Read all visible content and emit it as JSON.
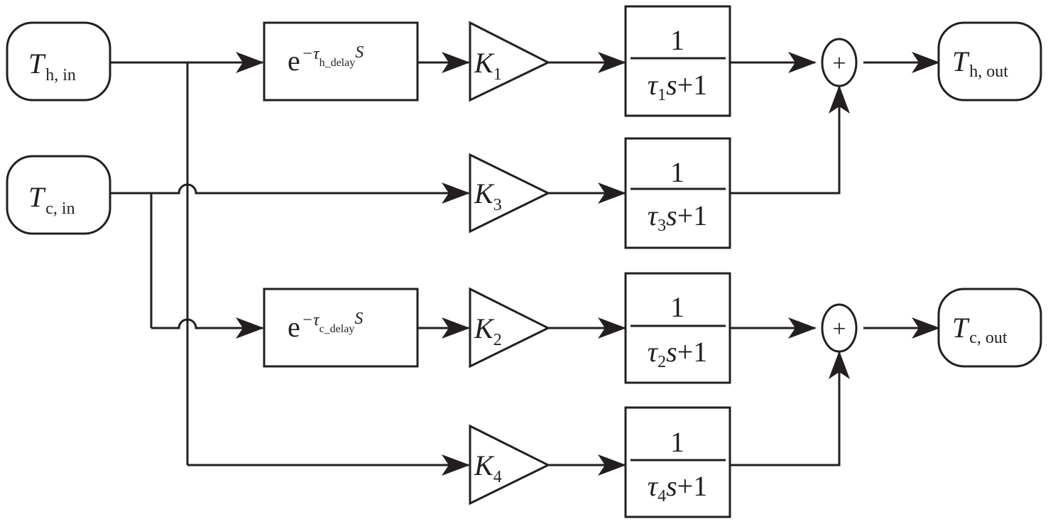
{
  "diagram": {
    "type": "block-diagram",
    "inputs": [
      {
        "id": "th_in",
        "main": "T",
        "sub": "h, in"
      },
      {
        "id": "tc_in",
        "main": "T",
        "sub": "c, in"
      }
    ],
    "outputs": [
      {
        "id": "th_out",
        "main": "T",
        "sub": "h, out"
      },
      {
        "id": "tc_out",
        "main": "T",
        "sub": "c, out"
      }
    ],
    "delays": [
      {
        "id": "delay_h",
        "base": "e",
        "exp_prefix": "−τ",
        "exp_sub": "h_delay",
        "exp_suffix": "S"
      },
      {
        "id": "delay_c",
        "base": "e",
        "exp_prefix": "−τ",
        "exp_sub": "c_delay",
        "exp_suffix": "S"
      }
    ],
    "gains": [
      {
        "id": "k1",
        "main": "K",
        "sub": "1"
      },
      {
        "id": "k3",
        "main": "K",
        "sub": "3"
      },
      {
        "id": "k2",
        "main": "K",
        "sub": "2"
      },
      {
        "id": "k4",
        "main": "K",
        "sub": "4"
      }
    ],
    "transfer_functions": [
      {
        "id": "tf1",
        "numerator": "1",
        "tau": "τ",
        "tau_sub": "1",
        "var": "s",
        "rest": "+1"
      },
      {
        "id": "tf3",
        "numerator": "1",
        "tau": "τ",
        "tau_sub": "3",
        "var": "s",
        "rest": "+1"
      },
      {
        "id": "tf2",
        "numerator": "1",
        "tau": "τ",
        "tau_sub": "2",
        "var": "s",
        "rest": "+1"
      },
      {
        "id": "tf4",
        "numerator": "1",
        "tau": "τ",
        "tau_sub": "4",
        "var": "s",
        "rest": "+1"
      }
    ],
    "summers": [
      {
        "id": "sum_h",
        "symbol": "+"
      },
      {
        "id": "sum_c",
        "symbol": "+"
      }
    ],
    "connections": [
      "T_h,in → delay_h → K1 → tf1 → sum_h",
      "T_c,in → K3 → tf3 → sum_h",
      "sum_h → T_h,out",
      "T_c,in → delay_c → K2 → tf2 → sum_c",
      "T_h,in → K4 → tf4 → sum_c",
      "sum_c → T_c,out"
    ]
  }
}
